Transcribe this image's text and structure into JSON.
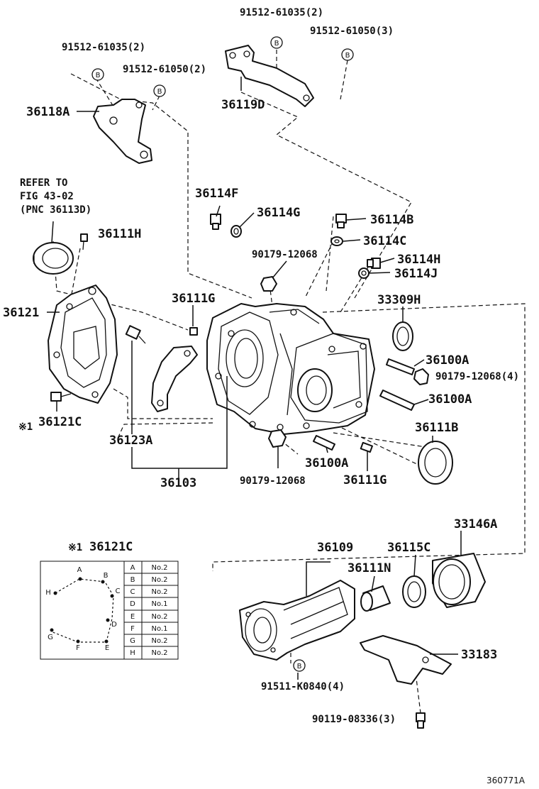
{
  "callouts": {
    "bolt_91512_61035_top": "91512-61035(2)",
    "bolt_91512_61050_top": "91512-61050(3)",
    "bolt_91512_61035_left": "91512-61035(2)",
    "bolt_91512_61050_left": "91512-61050(2)",
    "bracket_36118A": "36118A",
    "bracket_36119D": "36119D",
    "refer_line1": "REFER TO",
    "refer_line2": "FIG 43-02",
    "refer_line3": "(PNC 36113D)",
    "bolt_36111H": "36111H",
    "plug_36114F": "36114F",
    "gasket_36114G": "36114G",
    "plug_36114B": "36114B",
    "gasket_36114C": "36114C",
    "plug_36114H": "36114H",
    "gasket_36114J": "36114J",
    "nut_90179_12068_top": "90179-12068",
    "pin_36111G_top": "36111G",
    "case_36121": "36121",
    "shim_33309H": "33309H",
    "stud_36100A_upper": "36100A",
    "nut_90179_12068_right": "90179-12068(4)",
    "stud_36100A_mid": "36100A",
    "bolt_36121C": "36121C",
    "note_mark_1": "※1",
    "plate_36123A": "36123A",
    "seal_36111B": "36111B",
    "stud_36100A_lower": "36100A",
    "pin_36111G_lower": "36111G",
    "nut_90179_12068_bottom": "90179-12068",
    "assy_36103": "36103",
    "housing_36109": "36109",
    "bushing_36111N": "36111N",
    "seal_36115C": "36115C",
    "dust_33146A": "33146A",
    "bracket_33183": "33183",
    "bolt_91511_K0840": "91511-K0840(4)",
    "bolt_90119_08336": "90119-08336(3)",
    "figure_number": "360771A",
    "circle_b": "B"
  },
  "inset": {
    "mark": "※1",
    "title": "36121C",
    "points": [
      "A",
      "B",
      "C",
      "D",
      "E",
      "F",
      "G",
      "H"
    ],
    "table": [
      {
        "pos": "A",
        "size": "No.2"
      },
      {
        "pos": "B",
        "size": "No.2"
      },
      {
        "pos": "C",
        "size": "No.2"
      },
      {
        "pos": "D",
        "size": "No.1"
      },
      {
        "pos": "E",
        "size": "No.2"
      },
      {
        "pos": "F",
        "size": "No.1"
      },
      {
        "pos": "G",
        "size": "No.2"
      },
      {
        "pos": "H",
        "size": "No.2"
      }
    ]
  },
  "colors": {
    "line": "#111111",
    "background": "#ffffff"
  }
}
